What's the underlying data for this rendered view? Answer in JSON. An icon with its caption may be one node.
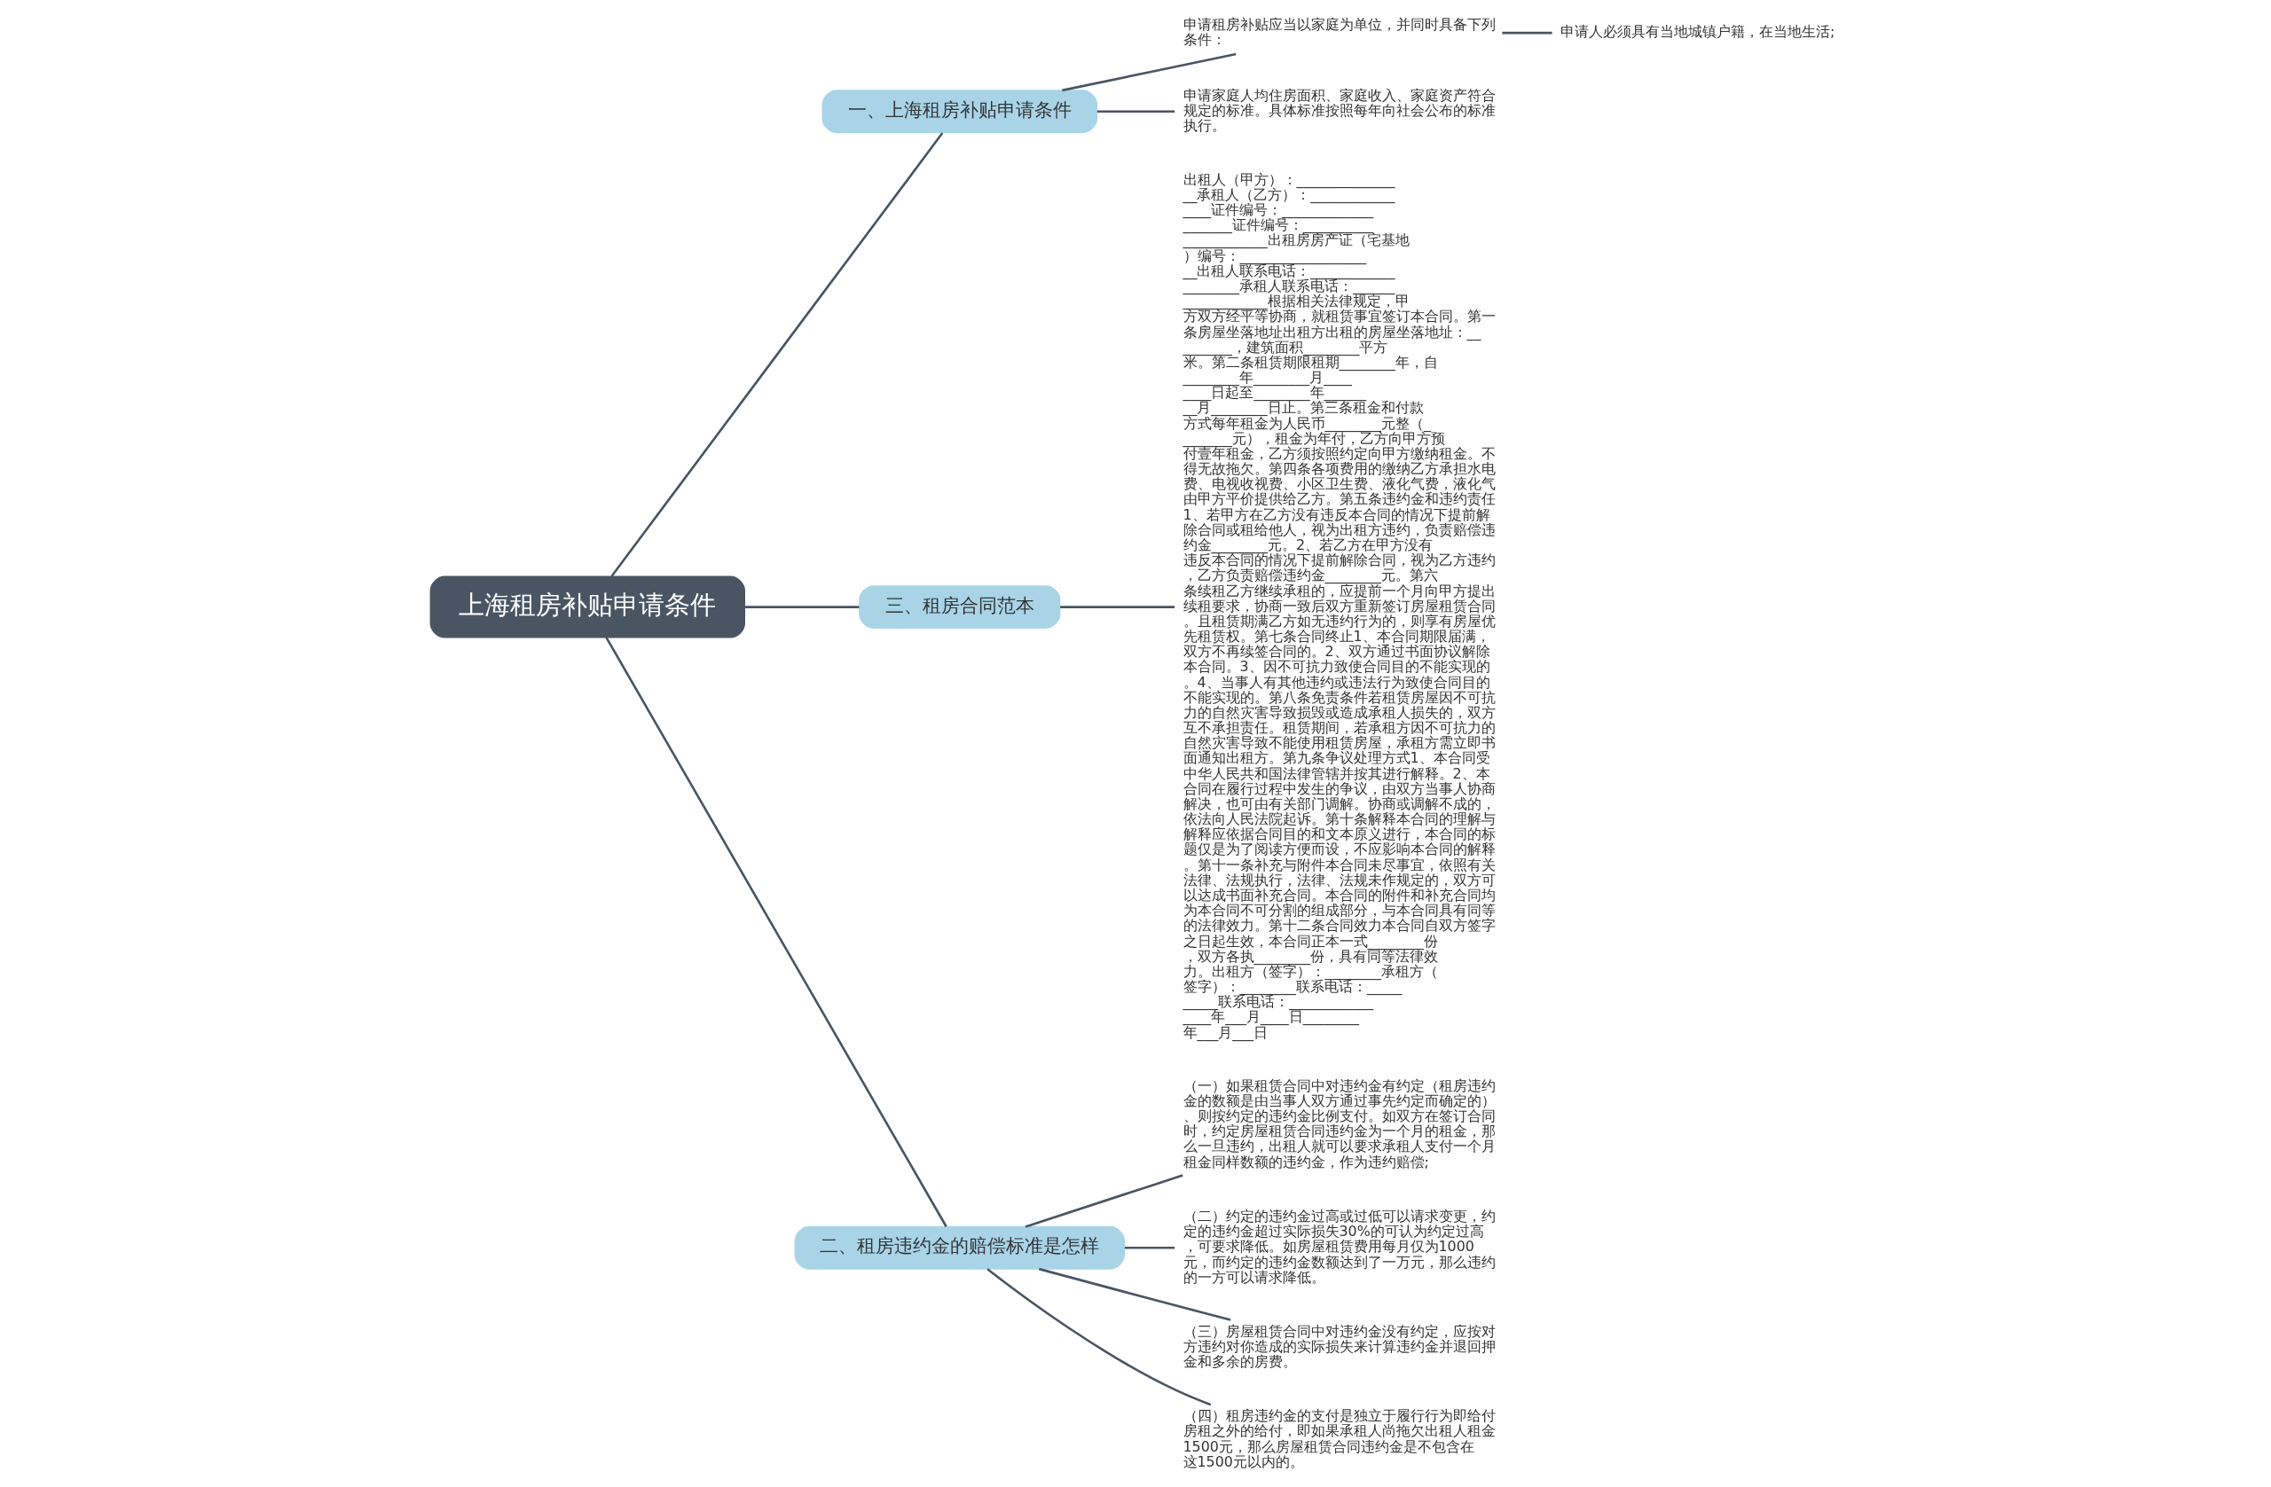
{
  "diagram": {
    "nodes": [
      {
        "text": [
          "上海租房补贴申请条件"
        ]
      },
      {
        "text": [
          "一、上海租房补贴申请条件"
        ]
      },
      {
        "text": [
          "申请租房补贴应当以家庭为单位，并同时具备下列条件："
        ]
      },
      {
        "text": [
          "申请人必须具有当地城镇户籍，在当地生活;"
        ]
      },
      {
        "text": [
          "申请家庭人均住房面积、家庭收入、家庭资产符合规定的标准。具体标准按照每年向社会公布的标准执行。"
        ]
      },
      {
        "text": [
          "三、租房合同范本"
        ]
      },
      {
        "text": [
          "出租人（甲方）：________________承租人（乙方）：________________证件编号：____________________证件编号：______________________出租房房产证（宅基地）编号：____________________出租人联系电话：____________________承租人联系电话：__________________根据相关法律规定，甲方双方经平等协商，就租赁事宜签订本合同。第一条房屋坐落地址出租方出租的房屋坐落地址：_________，建筑面积________平方米。第二条租赁期限租期________年，自________年________月________日起至________年________月________日止。第三条租金和付款方式每年租金为人民币________元整（________元），租金为年付，乙方向甲方预付壹年租金，乙方须按照约定向甲方缴纳租金。不得无故拖欠。第四条各项费用的缴纳乙方承担水电费、电视收视费、小区卫生费、液化气费，液化气由甲方平价提供给乙方。第五条违约金和违约责任1、若甲方在乙方没有违反本合同的情况下提前解除合同或租给他人，视为出租方违约，负责赔偿违约金________元。2、若乙方在甲方没有违反本合同的情况下提前解除合同，视为乙方违约，乙方负责赔偿违约金________元。第六条续租乙方继续承租的，应提前一个月向甲方提出续租要求，协商一致后双方重新签订房屋租赁合同。且租赁期满乙方如无违约行为的，则享有房屋优先租赁权。第七条合同终止1、本合同期限届满，双方不再续签合同的。2、双方通过书面协议解除本合同。3、因不可抗力致使合同目的不能实现的。4、当事人有其他违约或违法行为致使合同目的不能实现的。第八条免责条件若租赁房屋因不可抗力的自然灾害导致损毁或造成承租人损失的，双方互不承担责任。租赁期间，若承租方因不可抗力的自然灾害导致不能使用租赁房屋，承租方需立即书面通知出租方。第九条争议处理方式1、本合同受中华人民共和国法律管辖并按其进行解释。2、本合同在履行过程中发生的争议，由双方当事人协商解决，也可由有关部门调解。协商或调解不成的，依法向人民法院起诉。第十条解释本合同的理解与解释应依据合同目的和文本原义进行，本合同的标题仅是为了阅读方便而设，不应影响本合同的解释。第十一条补充与附件本合同未尽事宜，依照有关法律、法规执行，法律、法规未作规定的，双方可以达成书面补充合同。本合同的附件和补充合同均为本合同不可分割的组成部分，与本合同具有同等的法律效力。第十二条合同效力本合同自双方签字之日起生效，本合同正本一式________份，双方各执________份，具有同等法律效力。出租方（签字）：________承租方（签字）：________联系电话：__________联系电话：________________年___月____日________年___月___日"
        ]
      },
      {
        "text": [
          "二、租房违约金的赔偿标准是怎样"
        ]
      },
      {
        "text": [
          "（一）如果租赁合同中对违约金有约定（租房违约金的数额是由当事人双方通过事先约定而确定的）、则按约定的违约金比例支付。如双方在签订合同时，约定房屋租赁合同违约金为一个月的租金，那么一旦违约，出租人就可以要求承租人支付一个月租金同样数额的违约金，作为违约赔偿;"
        ]
      },
      {
        "text": [
          "（二）约定的违约金过高或过低可以请求变更，约定的违约金超过实际损失30%的可认为约定过高，可要求降低。如房屋租赁费用每月仅为1000元，而约定的违约金数额达到了一万元，那么违约的一方可以请求降低。"
        ]
      },
      {
        "text": [
          "（三）房屋租赁合同中对违约金没有约定，应按对方违约对你造成的实际损失来计算违约金并退回押金和多余的房费。"
        ]
      },
      {
        "text": [
          "（四）租房违约金的支付是独立于履行行为即给付房租之外的给付，即如果承租人尚拖欠出租人租金1500元，那么房屋租赁合同违约金是不包含在这1500元以内的。"
        ]
      }
    ],
    "edges": [
      {
        "from": 0,
        "to": 1,
        "arrow": "none"
      },
      {
        "from": 1,
        "to": 2,
        "arrow": "none"
      },
      {
        "from": 2,
        "to": 3,
        "arrow": "none"
      },
      {
        "from": 1,
        "to": 4,
        "arrow": "none"
      },
      {
        "from": 0,
        "to": 5,
        "arrow": "none"
      },
      {
        "from": 5,
        "to": 6,
        "arrow": "none"
      },
      {
        "from": 0,
        "to": 7,
        "arrow": "none"
      },
      {
        "from": 7,
        "to": 8,
        "arrow": "none"
      },
      {
        "from": 7,
        "to": 9,
        "arrow": "none"
      },
      {
        "from": 7,
        "to": 10,
        "arrow": "none"
      },
      {
        "from": 7,
        "to": 11,
        "arrow": "none"
      }
    ]
  }
}
